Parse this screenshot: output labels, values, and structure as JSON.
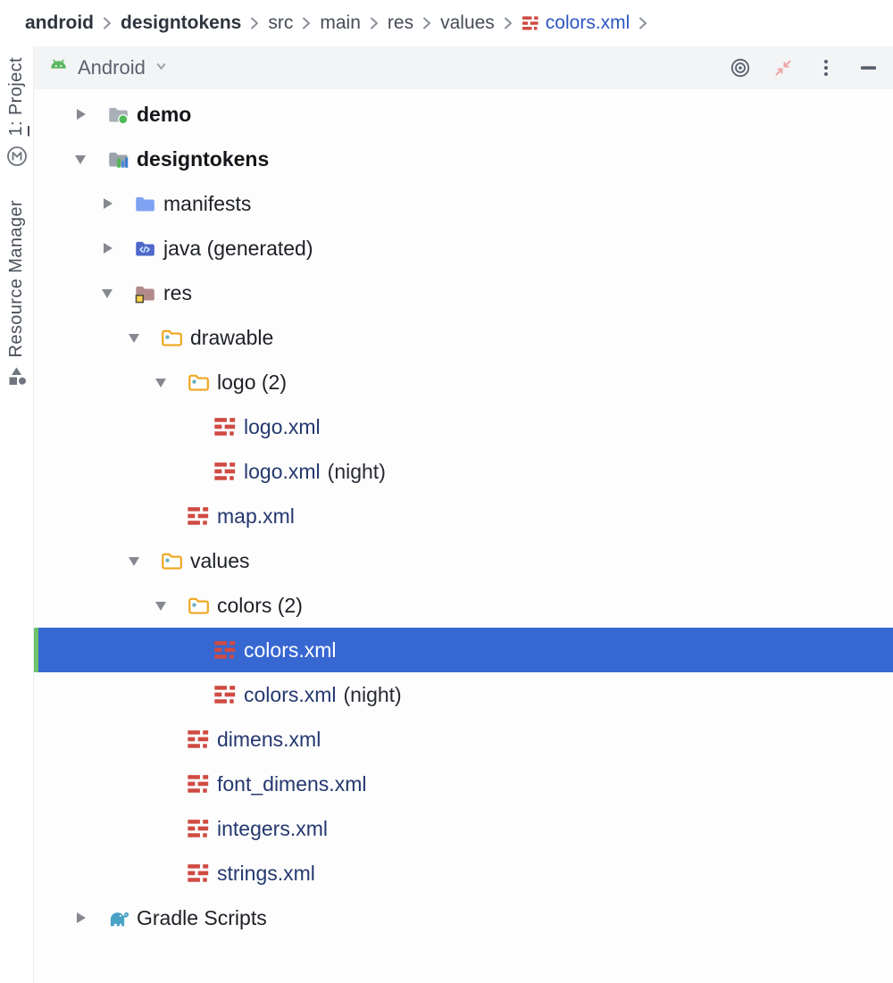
{
  "breadcrumb": {
    "items": [
      {
        "label": "android",
        "bold": true
      },
      {
        "label": "designtokens",
        "bold": true
      },
      {
        "label": "src",
        "bold": false
      },
      {
        "label": "main",
        "bold": false
      },
      {
        "label": "res",
        "bold": false
      },
      {
        "label": "values",
        "bold": false
      },
      {
        "label": "colors.xml",
        "bold": false,
        "icon": "xml-file",
        "link": true
      }
    ]
  },
  "tool_window_header": {
    "view_selector": {
      "label": "Android"
    },
    "actions": [
      {
        "name": "locate-selected-file"
      },
      {
        "name": "collapse-all"
      },
      {
        "name": "more-options"
      },
      {
        "name": "hide-tool-window"
      }
    ]
  },
  "tool_strip": {
    "buttons": [
      {
        "mnemonic": "1",
        "rest": ": Project",
        "icon": "circled-m"
      },
      {
        "mnemonic": "",
        "rest": "Resource Manager",
        "icon": "shapes"
      }
    ]
  },
  "tree": {
    "rows": [
      {
        "label": "demo",
        "level": 0,
        "chevron": "collapsed",
        "icon": "module-folder-demo",
        "bold": true,
        "kind": "folder"
      },
      {
        "label": "designtokens",
        "level": 0,
        "chevron": "expanded",
        "icon": "module-folder-library",
        "bold": true,
        "kind": "folder"
      },
      {
        "label": "manifests",
        "level": 1,
        "chevron": "collapsed",
        "icon": "folder-manifests",
        "kind": "folder"
      },
      {
        "label": "java (generated)",
        "level": 1,
        "chevron": "collapsed",
        "icon": "folder-generated",
        "kind": "folder"
      },
      {
        "label": "res",
        "level": 1,
        "chevron": "expanded",
        "icon": "folder-res",
        "kind": "folder"
      },
      {
        "label": "drawable",
        "level": 2,
        "chevron": "expanded",
        "icon": "folder-resource",
        "kind": "folder"
      },
      {
        "label": "logo (2)",
        "level": 3,
        "chevron": "expanded",
        "icon": "folder-resource",
        "kind": "folder"
      },
      {
        "label": "logo.xml",
        "level": 4,
        "icon": "xml-file",
        "kind": "file"
      },
      {
        "label": "logo.xml",
        "qualifier": "(night)",
        "level": 4,
        "icon": "xml-file",
        "kind": "file"
      },
      {
        "label": "map.xml",
        "level": 3,
        "icon": "xml-file",
        "kind": "file"
      },
      {
        "label": "values",
        "level": 2,
        "chevron": "expanded",
        "icon": "folder-resource",
        "kind": "folder"
      },
      {
        "label": "colors (2)",
        "level": 3,
        "chevron": "expanded",
        "icon": "folder-resource",
        "kind": "folder"
      },
      {
        "label": "colors.xml",
        "level": 4,
        "icon": "xml-file",
        "kind": "file",
        "selected": true
      },
      {
        "label": "colors.xml",
        "qualifier": "(night)",
        "level": 4,
        "icon": "xml-file",
        "kind": "file"
      },
      {
        "label": "dimens.xml",
        "level": 3,
        "icon": "xml-file",
        "kind": "file"
      },
      {
        "label": "font_dimens.xml",
        "level": 3,
        "icon": "xml-file",
        "kind": "file"
      },
      {
        "label": "integers.xml",
        "level": 3,
        "icon": "xml-file",
        "kind": "file"
      },
      {
        "label": "strings.xml",
        "level": 3,
        "icon": "xml-file",
        "kind": "file"
      },
      {
        "label": "Gradle Scripts",
        "level": 0,
        "chevron": "collapsed",
        "icon": "gradle-elephant",
        "kind": "root"
      }
    ]
  },
  "colors": {
    "selection_background": "#3767d1",
    "selection_indicator_green": "#6cc36c",
    "xml_icon_red": "#cf4b42",
    "file_text_navy": "#24386e",
    "breadcrumb_link_blue": "#2c55c0",
    "resource_folder_amber": "#efa51d",
    "manifests_folder_blue": "#7fa2f2",
    "header_background": "#f3f4f6",
    "android_green": "#5bb85f"
  }
}
